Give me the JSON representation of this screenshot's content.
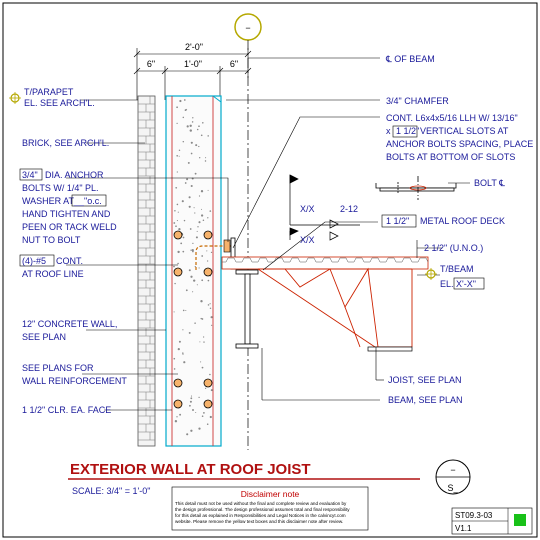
{
  "colors": {
    "annotation": "#1a1a9a",
    "concrete": "#00aacc",
    "brick": "#7a7a7a",
    "steel": "#c00000",
    "deck": "#cc2200",
    "title": "#b01010",
    "rebar": "#c86a00",
    "accent_green": "#19c119"
  },
  "dimensions": {
    "overall": "2'-0\"",
    "left": "6\"",
    "middle": "1'-0\"",
    "right": "6\""
  },
  "grid_bubble": {
    "top": "−"
  },
  "labels": {
    "cl_beam": "℄ OF BEAM",
    "t_parapet_1": "T/PARAPET",
    "t_parapet_2": "EL. SEE ARCH'L.",
    "chamfer": "3/4\" CHAMFER",
    "brick": "BRICK, SEE ARCH'L.",
    "cont_angle_1": "CONT. L6x4x5/16 LLH W/ 13/16\"",
    "cont_angle_2a": "x",
    "cont_angle_2b": "1 1/2\"",
    "cont_angle_2c": "VERTICAL SLOTS AT",
    "cont_angle_3": "ANCHOR BOLTS SPACING, PLACE",
    "cont_angle_4": "BOLTS AT BOTTOM OF SLOTS",
    "anchor_1a": "3/4\"",
    "anchor_1b": "DIA. ANCHOR",
    "anchor_2": "BOLTS W/ 1/4\" PL.",
    "anchor_3a": "WASHER AT",
    "anchor_3b": "__\"o.c.",
    "anchor_4": "HAND TIGHTEN AND",
    "anchor_5": "PEEN OR TACK WELD",
    "anchor_6": "NUT TO BOLT",
    "bars_1a": "(4)-#5",
    "bars_1b": "CONT.",
    "bars_2": "AT ROOF LINE",
    "wall_1": "12\" CONCRETE WALL,",
    "wall_2": "SEE PLAN",
    "reinf_1": "SEE PLANS FOR",
    "reinf_2": "WALL REINFORCEMENT",
    "clr": "1 1/2\" CLR. EA. FACE",
    "bolt_cl": "BOLT ℄",
    "weld_1": "X/X",
    "weld_1b": "2-12",
    "weld_2": "X/X",
    "deck_a": "1 1/2\"",
    "deck_b": "METAL ROOF DECK",
    "uno": "2 1/2\" (U.N.O.)",
    "t_beam": "T/BEAM",
    "el_a": "EL.",
    "el_b": "X'-X\"",
    "joist": "JOIST, SEE PLAN",
    "beam": "BEAM, SEE PLAN"
  },
  "title": "EXTERIOR WALL AT ROOF JOIST",
  "scale": "SCALE: 3/4\" = 1'-0\"",
  "detail_bubble": {
    "top": "−",
    "bottom": "S_"
  },
  "disclaimer": {
    "heading": "Disclaimer note",
    "lines": [
      "This detail must not be used without the final and complete review and evaluation by",
      "the design professional. The design professional assumes total and final responsibility",
      "for this detail as explained in Responsibilities and Legal Notices in the calvincyt.com",
      "website. Please remove the yellow text boxes and this disclaimer note after review."
    ]
  },
  "sheet": {
    "number": "ST09.3-03",
    "version": "V1.1"
  }
}
